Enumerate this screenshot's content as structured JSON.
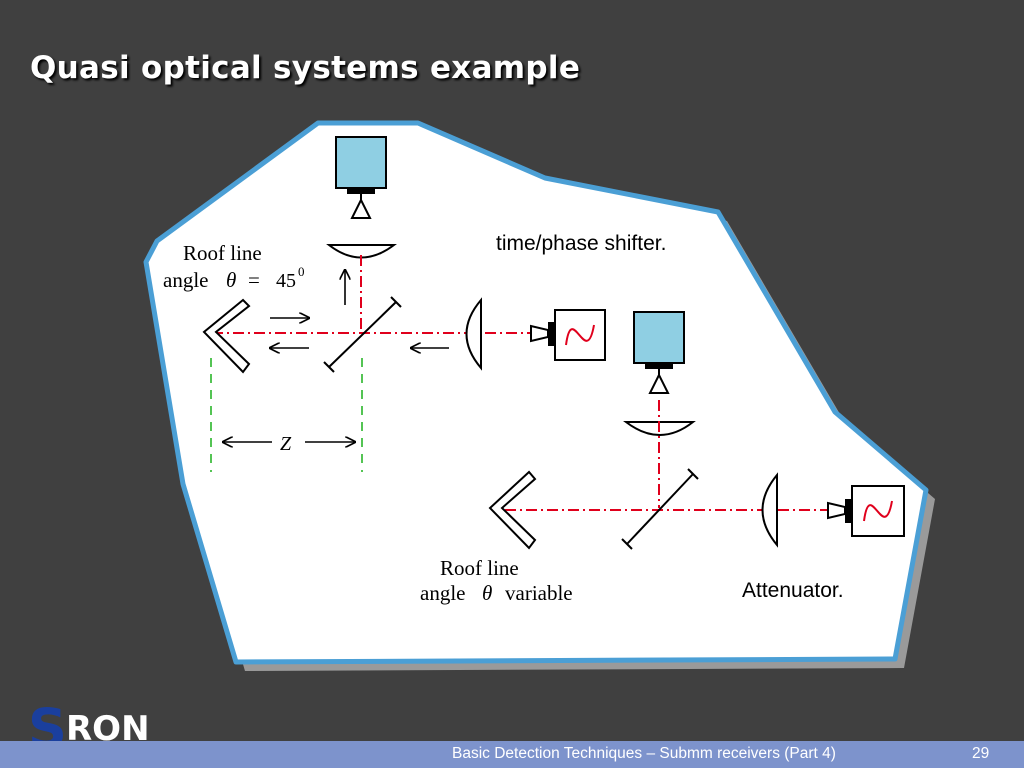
{
  "slide": {
    "title": "Quasi optical systems example",
    "footer_text": "Basic Detection Techniques – Submm receivers (Part 4)",
    "page_number": "29"
  },
  "logo": {
    "first_letter": "S",
    "rest": "RON"
  },
  "diagram": {
    "top_system": {
      "label_line1": "Roof line",
      "label_angle_prefix": "angle",
      "label_theta": "θ",
      "label_equals": "=",
      "label_angle_value": "45",
      "label_angle_unit": "0",
      "title": "time/phase shifter.",
      "distance_label": "Z"
    },
    "bottom_system": {
      "label_line1": "Roof line",
      "label_angle_prefix": "angle",
      "label_theta": "θ",
      "label_angle_value": "variable",
      "title": "Attenuator."
    }
  },
  "colors": {
    "background": "#404040",
    "panel_fill": "#ffffff",
    "panel_border": "#4b9fd5",
    "beam": "#e0001c",
    "guide": "#1cb01c",
    "detector": "#8fcfe3",
    "footer_bar": "#7d93cc",
    "logo_s": "#1a3f9e"
  }
}
